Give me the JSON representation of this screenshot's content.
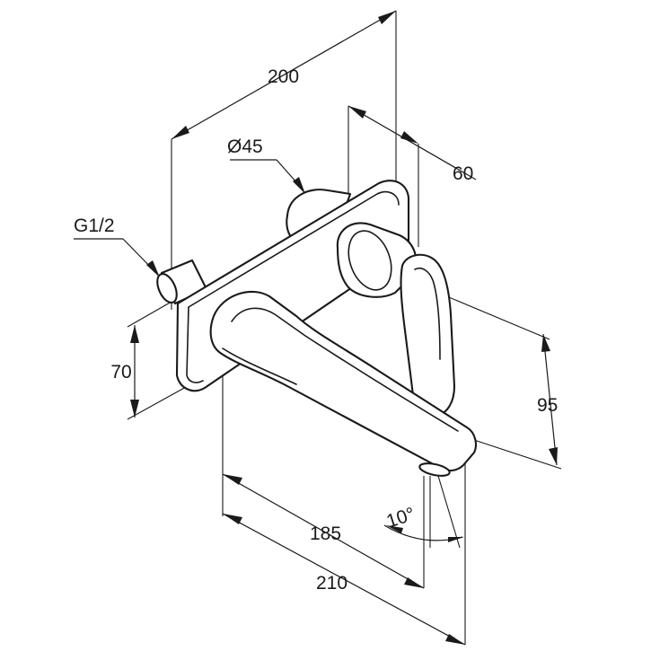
{
  "dimensions": {
    "width_total": "200",
    "diameter": "Ø45",
    "depth": "60",
    "thread": "G1/2",
    "height_left": "70",
    "height_right": "95",
    "spout_length": "185",
    "overall_length": "210",
    "spout_angle": "10°"
  },
  "colors": {
    "line": "#1a1a1a",
    "background": "#ffffff"
  }
}
